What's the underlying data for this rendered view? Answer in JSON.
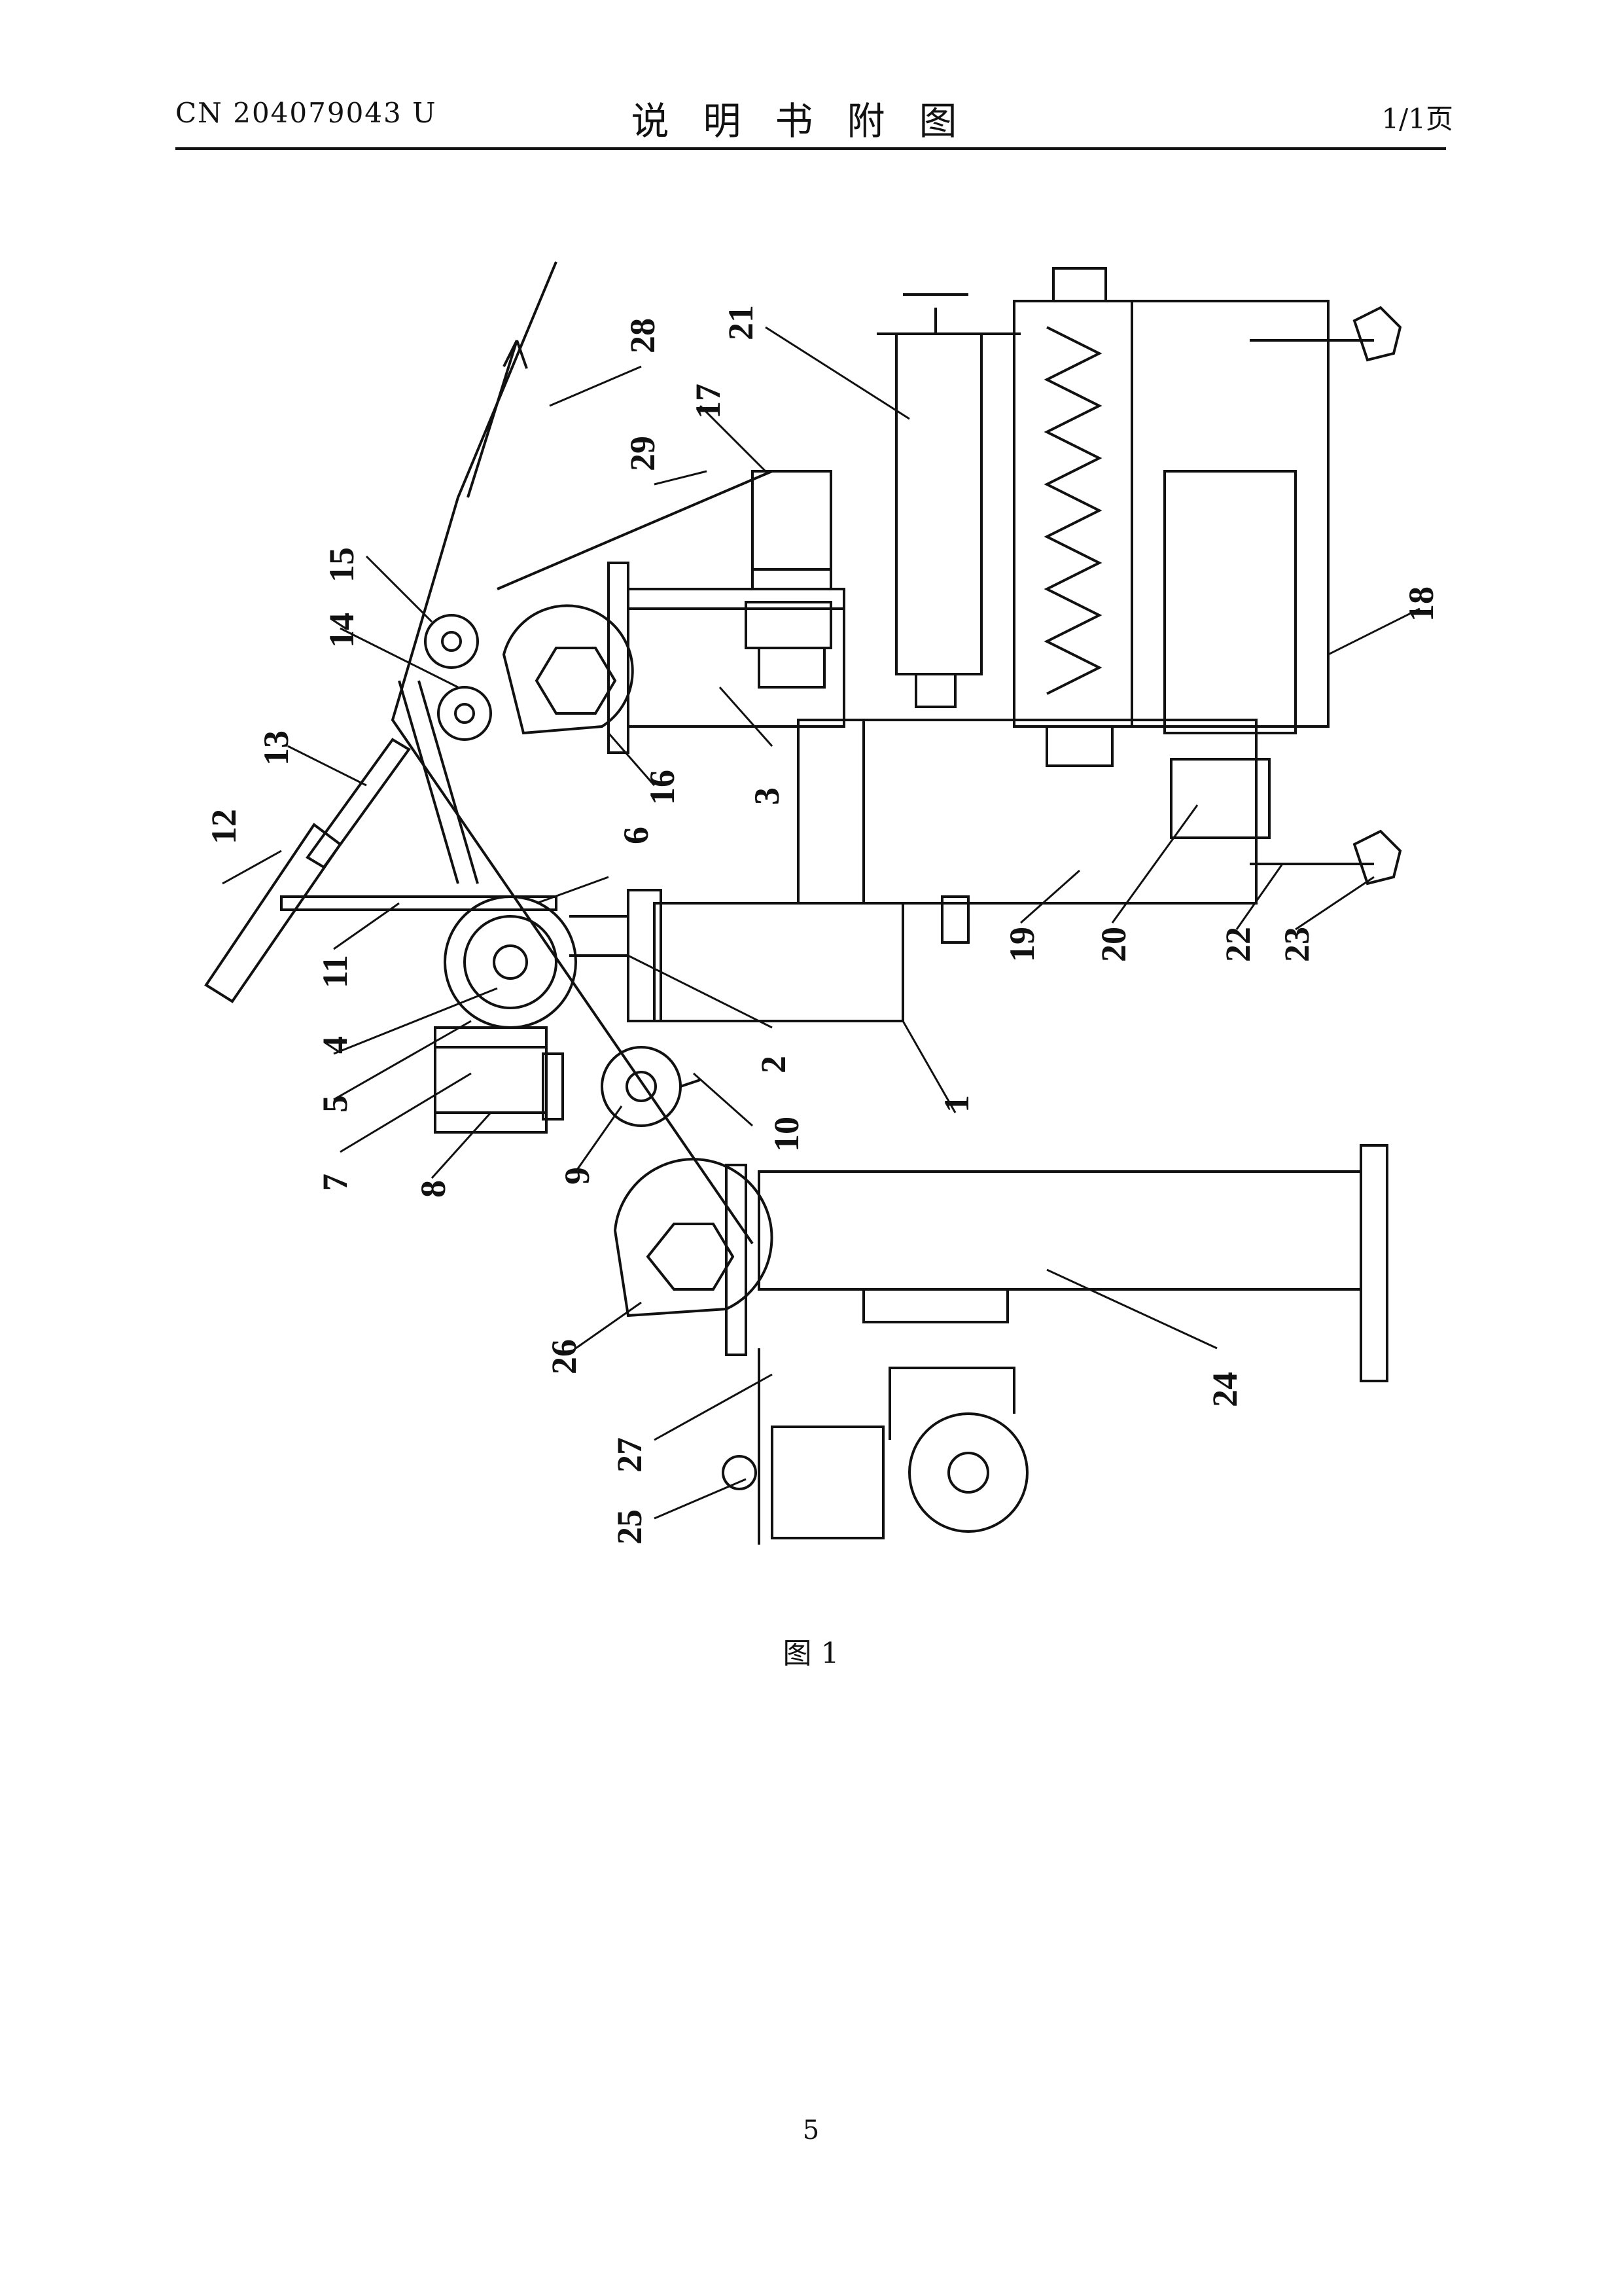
{
  "header": {
    "doc_number": "CN 204079043 U",
    "title": "说明书附图",
    "page_ref": "1/1页"
  },
  "figure": {
    "caption": "图 1",
    "part_labels": [
      "1",
      "2",
      "3",
      "4",
      "5",
      "6",
      "7",
      "8",
      "9",
      "10",
      "11",
      "12",
      "13",
      "14",
      "15",
      "16",
      "17",
      "18",
      "19",
      "20",
      "21",
      "22",
      "23",
      "24",
      "25",
      "26",
      "27",
      "28",
      "29"
    ]
  },
  "footer": {
    "page_number": "5"
  }
}
